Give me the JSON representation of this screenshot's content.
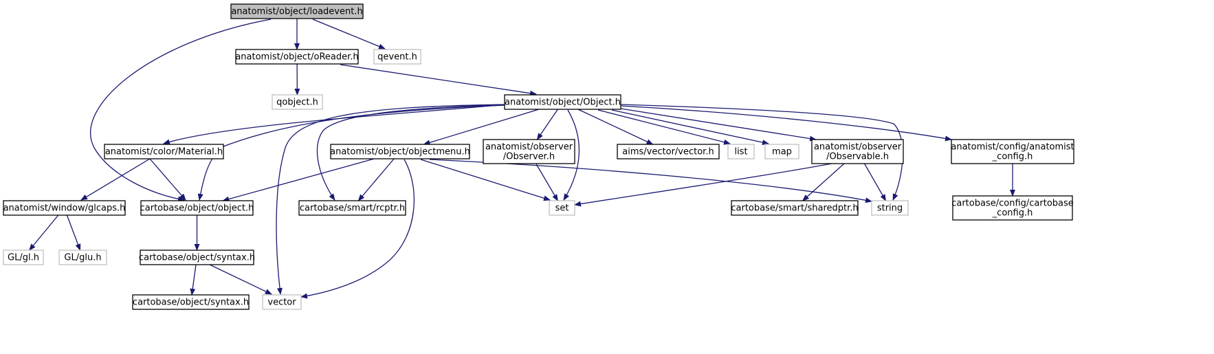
{
  "colors": {
    "edge": "#191970",
    "node_border": "#000000",
    "external_border": "#bfbfbf",
    "root_fill": "#bfbfbf",
    "node_fill": "#ffffff"
  },
  "nodes": [
    {
      "id": "loadevent",
      "lines": [
        "anatomist/object/loadevent.h"
      ],
      "kind": "root"
    },
    {
      "id": "oReader",
      "lines": [
        "anatomist/object/oReader.h"
      ],
      "kind": "internal"
    },
    {
      "id": "qevent",
      "lines": [
        "qevent.h"
      ],
      "kind": "external"
    },
    {
      "id": "qobject",
      "lines": [
        "qobject.h"
      ],
      "kind": "external"
    },
    {
      "id": "Object",
      "lines": [
        "anatomist/object/Object.h"
      ],
      "kind": "internal"
    },
    {
      "id": "Material",
      "lines": [
        "anatomist/color/Material.h"
      ],
      "kind": "internal"
    },
    {
      "id": "objectmenu",
      "lines": [
        "anatomist/object/objectmenu.h"
      ],
      "kind": "internal"
    },
    {
      "id": "Observer",
      "lines": [
        "anatomist/observer",
        "/Observer.h"
      ],
      "kind": "internal"
    },
    {
      "id": "aimsvector",
      "lines": [
        "aims/vector/vector.h"
      ],
      "kind": "internal"
    },
    {
      "id": "list",
      "lines": [
        "list"
      ],
      "kind": "external"
    },
    {
      "id": "map",
      "lines": [
        "map"
      ],
      "kind": "external"
    },
    {
      "id": "Observable",
      "lines": [
        "anatomist/observer",
        "/Observable.h"
      ],
      "kind": "internal"
    },
    {
      "id": "anaconfig",
      "lines": [
        "anatomist/config/anatomist",
        "_config.h"
      ],
      "kind": "internal"
    },
    {
      "id": "glcaps",
      "lines": [
        "anatomist/window/glcaps.h"
      ],
      "kind": "internal"
    },
    {
      "id": "cartoobject",
      "lines": [
        "cartobase/object/object.h"
      ],
      "kind": "internal"
    },
    {
      "id": "rcptr",
      "lines": [
        "cartobase/smart/rcptr.h"
      ],
      "kind": "internal"
    },
    {
      "id": "set",
      "lines": [
        "set"
      ],
      "kind": "external"
    },
    {
      "id": "sharedptr",
      "lines": [
        "cartobase/smart/sharedptr.h"
      ],
      "kind": "internal"
    },
    {
      "id": "string",
      "lines": [
        "string"
      ],
      "kind": "external"
    },
    {
      "id": "cartoconfig",
      "lines": [
        "cartobase/config/cartobase",
        "_config.h"
      ],
      "kind": "internal"
    },
    {
      "id": "gl",
      "lines": [
        "GL/gl.h"
      ],
      "kind": "external"
    },
    {
      "id": "glu",
      "lines": [
        "GL/glu.h"
      ],
      "kind": "external"
    },
    {
      "id": "syntax1",
      "lines": [
        "cartobase/object/syntax.h"
      ],
      "kind": "internal"
    },
    {
      "id": "syntax2",
      "lines": [
        "cartobase/object/syntax.h"
      ],
      "kind": "internal"
    },
    {
      "id": "vector",
      "lines": [
        "vector"
      ],
      "kind": "external"
    }
  ],
  "edges": [
    {
      "from": "loadevent",
      "to": "oReader"
    },
    {
      "from": "loadevent",
      "to": "qevent"
    },
    {
      "from": "loadevent",
      "to": "cartoobject"
    },
    {
      "from": "oReader",
      "to": "qobject"
    },
    {
      "from": "oReader",
      "to": "Object"
    },
    {
      "from": "Object",
      "to": "Material"
    },
    {
      "from": "Object",
      "to": "cartoobject"
    },
    {
      "from": "Object",
      "to": "objectmenu"
    },
    {
      "from": "Object",
      "to": "Observer"
    },
    {
      "from": "Object",
      "to": "aimsvector"
    },
    {
      "from": "Object",
      "to": "list"
    },
    {
      "from": "Object",
      "to": "map"
    },
    {
      "from": "Object",
      "to": "Observable"
    },
    {
      "from": "Object",
      "to": "anaconfig"
    },
    {
      "from": "Object",
      "to": "set"
    },
    {
      "from": "Object",
      "to": "string"
    },
    {
      "from": "Object",
      "to": "rcptr"
    },
    {
      "from": "Object",
      "to": "vector"
    },
    {
      "from": "Material",
      "to": "glcaps"
    },
    {
      "from": "Material",
      "to": "cartoobject"
    },
    {
      "from": "objectmenu",
      "to": "cartoobject"
    },
    {
      "from": "objectmenu",
      "to": "rcptr"
    },
    {
      "from": "objectmenu",
      "to": "set"
    },
    {
      "from": "objectmenu",
      "to": "string"
    },
    {
      "from": "objectmenu",
      "to": "vector"
    },
    {
      "from": "Observer",
      "to": "set"
    },
    {
      "from": "Observable",
      "to": "set"
    },
    {
      "from": "Observable",
      "to": "sharedptr"
    },
    {
      "from": "Observable",
      "to": "string"
    },
    {
      "from": "anaconfig",
      "to": "cartoconfig"
    },
    {
      "from": "glcaps",
      "to": "gl"
    },
    {
      "from": "glcaps",
      "to": "glu"
    },
    {
      "from": "cartoobject",
      "to": "syntax1"
    },
    {
      "from": "syntax1",
      "to": "syntax2"
    },
    {
      "from": "syntax1",
      "to": "vector"
    }
  ]
}
